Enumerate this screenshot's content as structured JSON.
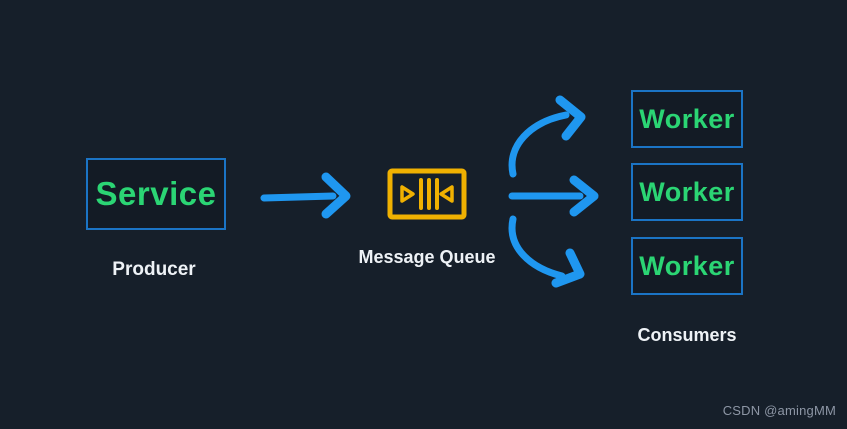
{
  "diagram": {
    "title": "message-queue-fanout-architecture",
    "producer": {
      "box_label": "Service",
      "caption": "Producer"
    },
    "queue": {
      "caption": "Message Queue",
      "icon": "message-queue-icon"
    },
    "consumers": {
      "caption": "Consumers",
      "workers": [
        {
          "label": "Worker"
        },
        {
          "label": "Worker"
        },
        {
          "label": "Worker"
        }
      ]
    },
    "arrows": [
      {
        "name": "produce-arrow",
        "from": "Service",
        "to": "Message Queue",
        "style": "straight"
      },
      {
        "name": "fan-arrow-top",
        "from": "Message Queue",
        "to": "Worker 1",
        "style": "curved-up"
      },
      {
        "name": "fan-arrow-middle",
        "from": "Message Queue",
        "to": "Worker 2",
        "style": "straight"
      },
      {
        "name": "fan-arrow-bottom",
        "from": "Message Queue",
        "to": "Worker 3",
        "style": "curved-down"
      }
    ],
    "colors": {
      "background": "#161f2a",
      "box_border_blue": "#1b74c5",
      "label_green": "#2bd574",
      "arrow_blue": "#1f97f0",
      "queue_icon_gold": "#f0b101",
      "caption_white": "#eef2f6",
      "watermark_gray": "#8d96a5"
    }
  },
  "watermark": {
    "text": "CSDN @amingMM"
  }
}
